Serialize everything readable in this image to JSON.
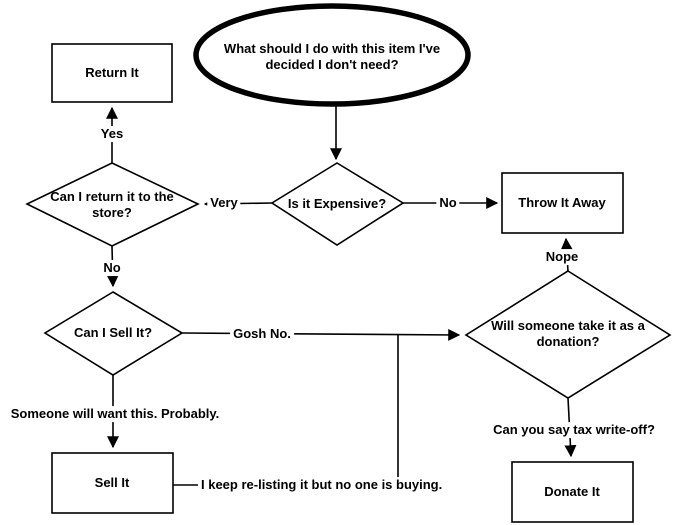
{
  "diagram": {
    "title": "what-to-do-with-unneeded-item-flowchart",
    "colors": {
      "background": "#ffffff",
      "line": "#000000",
      "text": "#000000"
    },
    "nodes": {
      "start": {
        "type": "ellipse",
        "label": "What should I do with this item I've decided I don't need?"
      },
      "return_it": {
        "type": "rect",
        "label": "Return It"
      },
      "is_expensive": {
        "type": "diamond",
        "label": "Is it Expensive?"
      },
      "can_return": {
        "type": "diamond",
        "label": "Can I return it to the store?"
      },
      "throw_away": {
        "type": "rect",
        "label": "Throw It Away"
      },
      "can_sell": {
        "type": "diamond",
        "label": "Can I Sell It?"
      },
      "will_donate": {
        "type": "diamond",
        "label": "Will someone take it as a donation?"
      },
      "sell_it": {
        "type": "rect",
        "label": "Sell It"
      },
      "donate_it": {
        "type": "rect",
        "label": "Donate It"
      }
    },
    "edges": [
      {
        "from": "start",
        "to": "is_expensive",
        "label": ""
      },
      {
        "from": "is_expensive",
        "to": "can_return",
        "label": "Very"
      },
      {
        "from": "can_return",
        "to": "return_it",
        "label": "Yes"
      },
      {
        "from": "is_expensive",
        "to": "throw_away",
        "label": "No"
      },
      {
        "from": "can_return",
        "to": "can_sell",
        "label": "No"
      },
      {
        "from": "can_sell",
        "to": "sell_it",
        "label": "Someone will want this. Probably."
      },
      {
        "from": "can_sell",
        "to": "will_donate",
        "label": "Gosh No."
      },
      {
        "from": "will_donate",
        "to": "throw_away",
        "label": "Nope"
      },
      {
        "from": "will_donate",
        "to": "donate_it",
        "label": "Can you say tax write-off?"
      },
      {
        "from": "sell_it",
        "to": "will_donate",
        "label": "I keep re-listing it but no one is buying."
      }
    ]
  }
}
